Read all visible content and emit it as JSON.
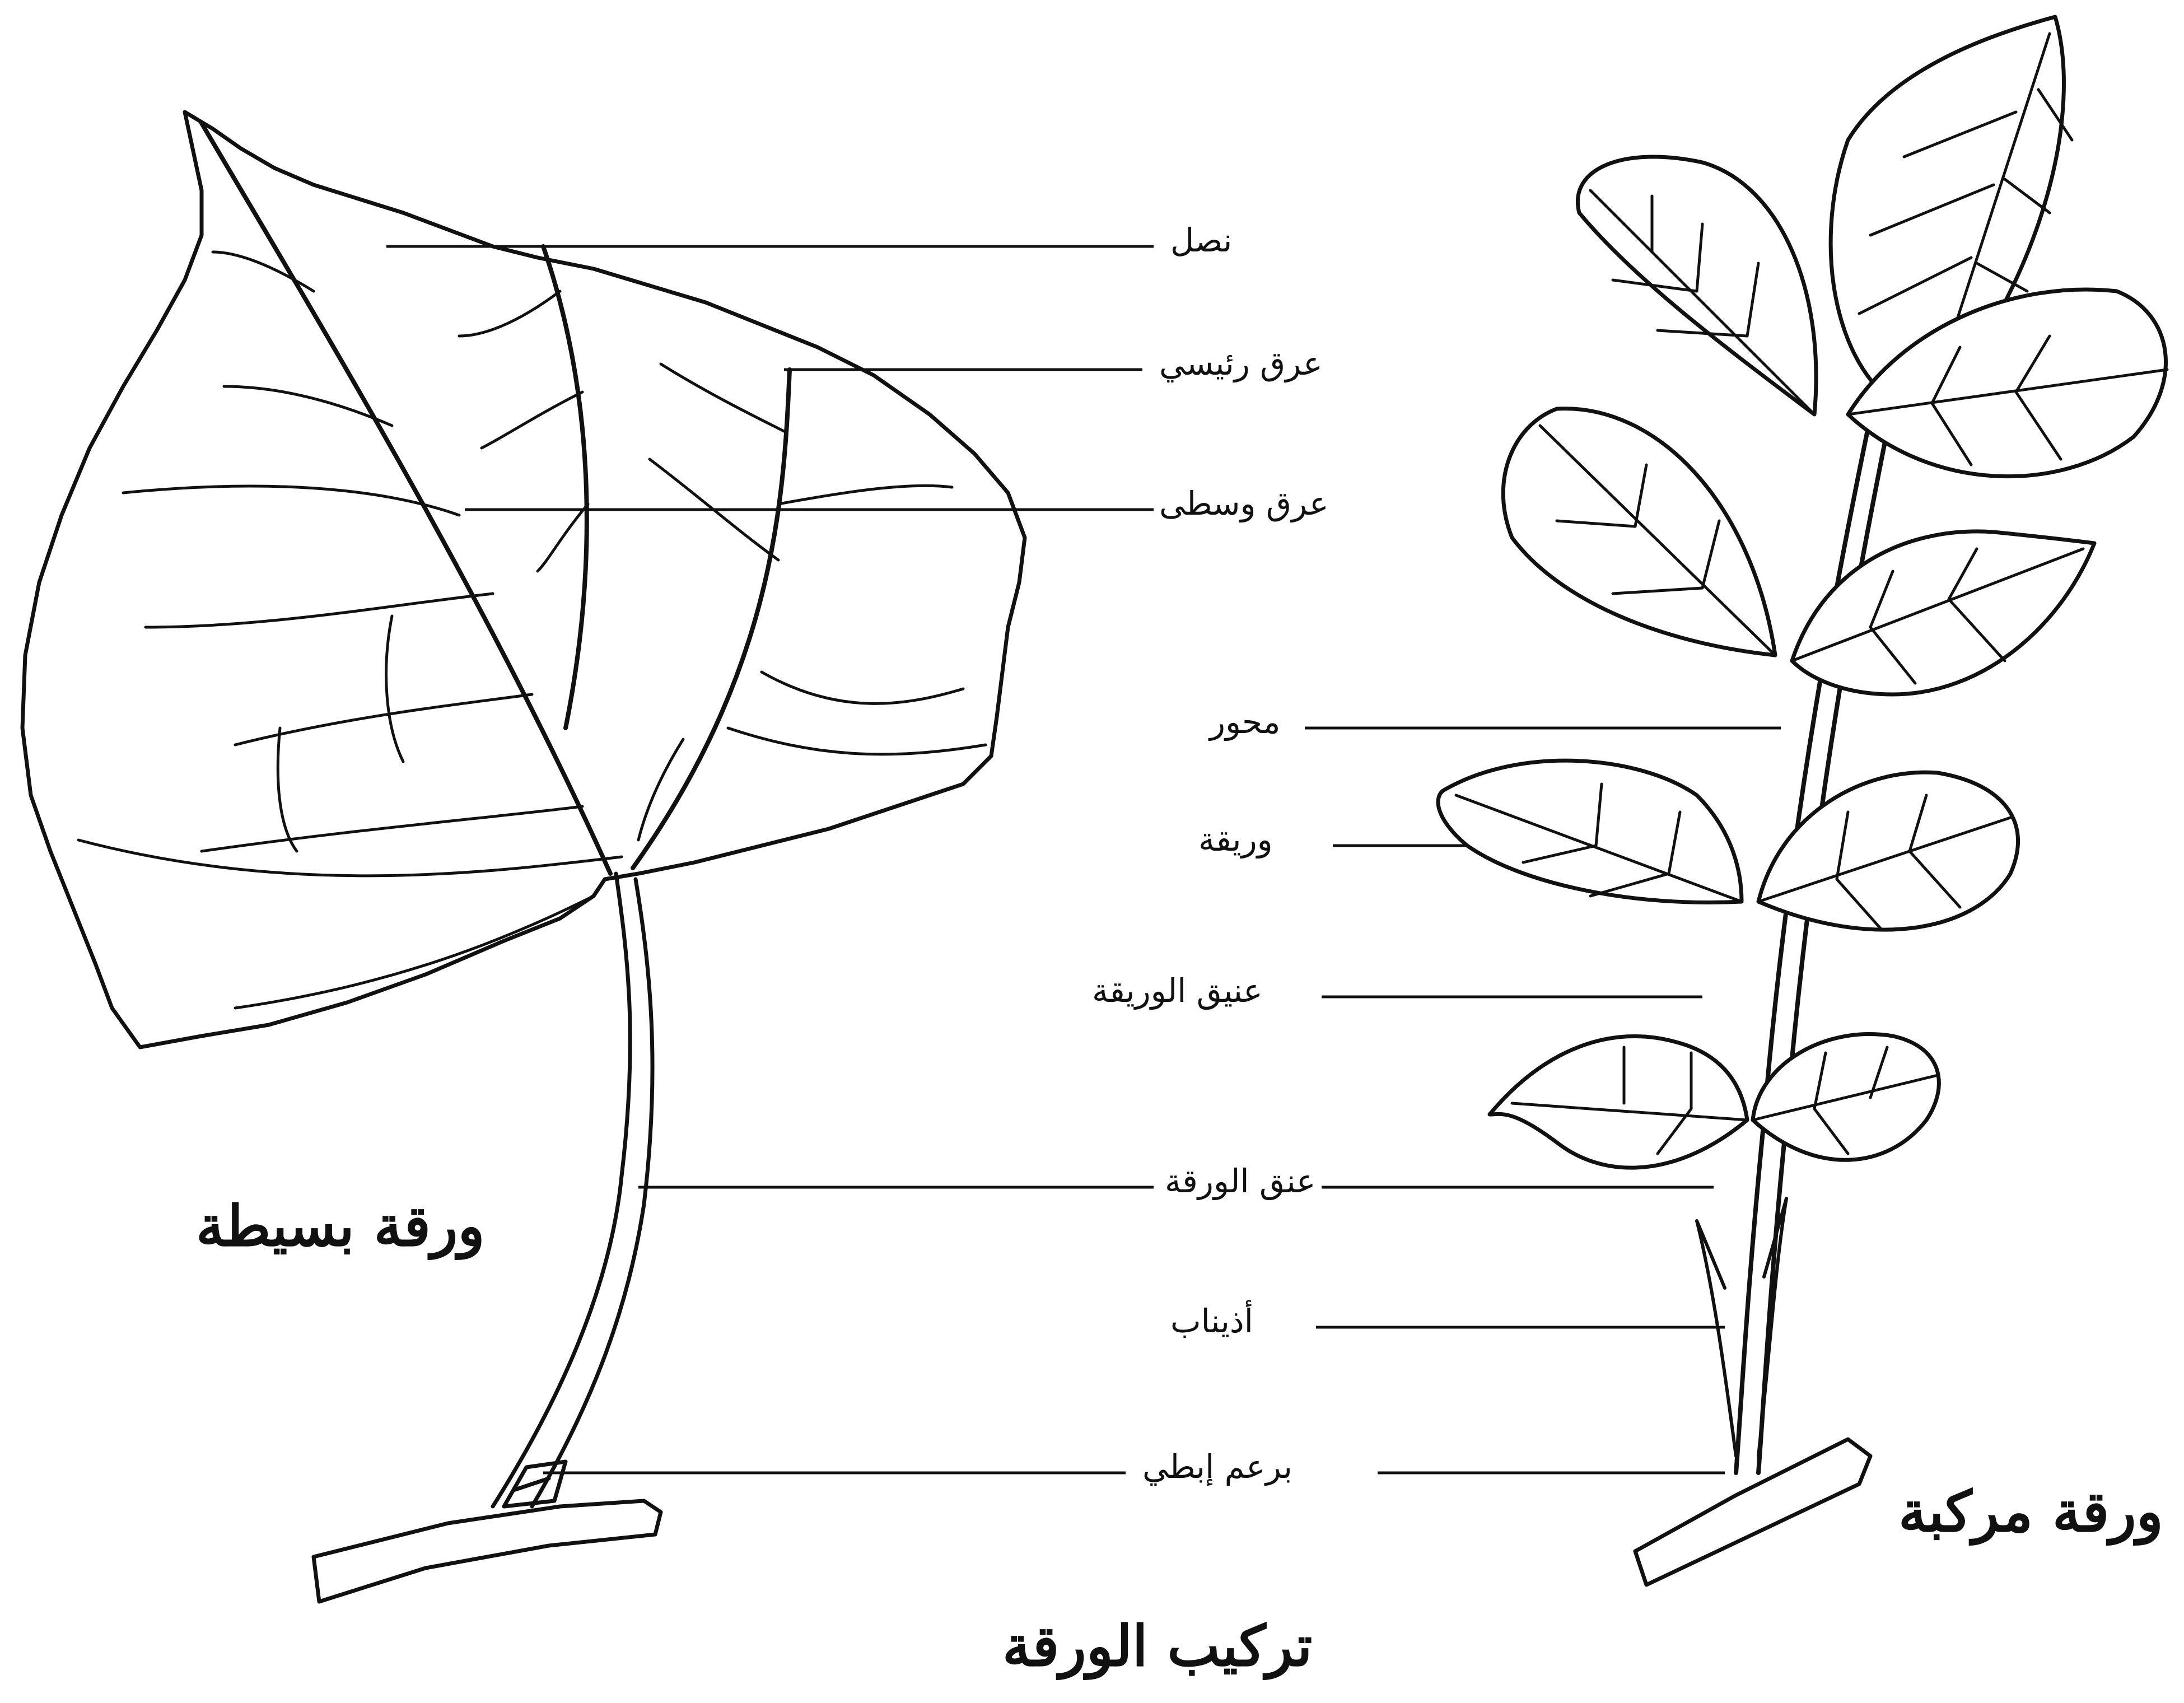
{
  "diagram": {
    "title": "تركيب الورقة",
    "simple_leaf_caption": "ورقة بسيطة",
    "compound_leaf_caption": "ورقة مركبة",
    "labels": {
      "blade": "نصل",
      "main_vein": "عرق رئيسي",
      "middle_vein": "عرق وسطى",
      "rachis": "محور",
      "leaflet": "وريقة",
      "leaflet_stalk": "عنيق الوريقة",
      "petiole": "عنق الورقة",
      "stipules": "أذيناب",
      "axillary_bud": "برعم إبطي"
    }
  }
}
